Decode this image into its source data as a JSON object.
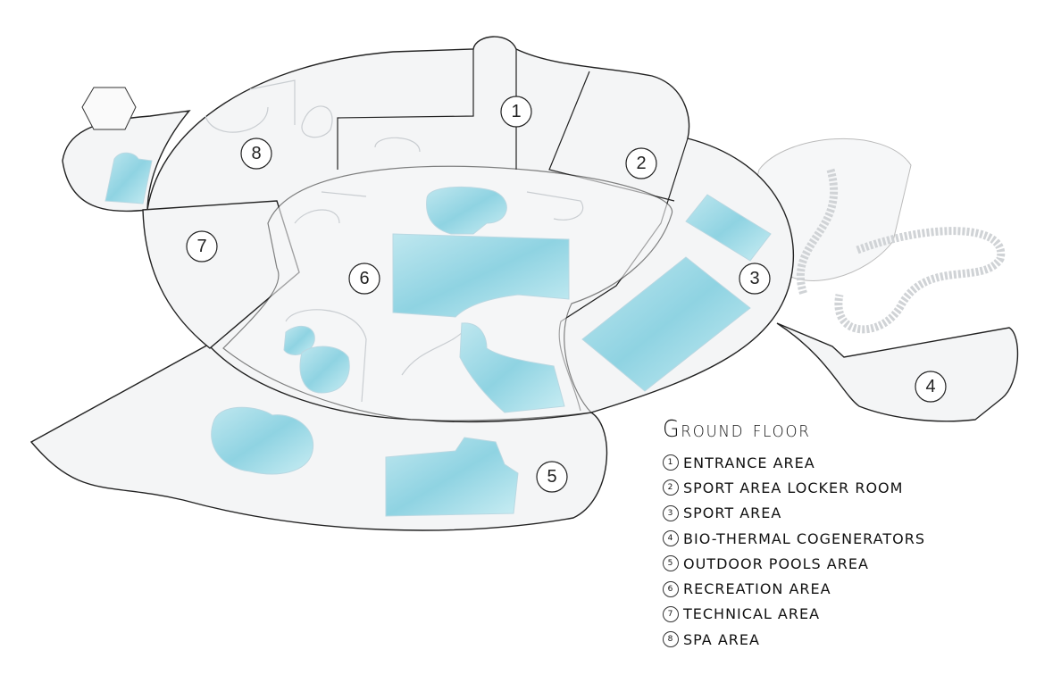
{
  "title": "Ground floor",
  "legend": [
    {
      "num": "1",
      "label": "ENTRANCE AREA"
    },
    {
      "num": "2",
      "label": "SPORT AREA LOCKER ROOM"
    },
    {
      "num": "3",
      "label": "SPORT AREA"
    },
    {
      "num": "4",
      "label": "BIO-THERMAL COGENERATORS"
    },
    {
      "num": "5",
      "label": "OUTDOOR POOLS AREA"
    },
    {
      "num": "6",
      "label": "RECREATION AREA"
    },
    {
      "num": "7",
      "label": "TECHNICAL AREA"
    },
    {
      "num": "8",
      "label": "SPA AREA"
    }
  ],
  "colors": {
    "water": "#8fd3e2",
    "water_light": "#d6f0f5",
    "outline": "#222222"
  }
}
